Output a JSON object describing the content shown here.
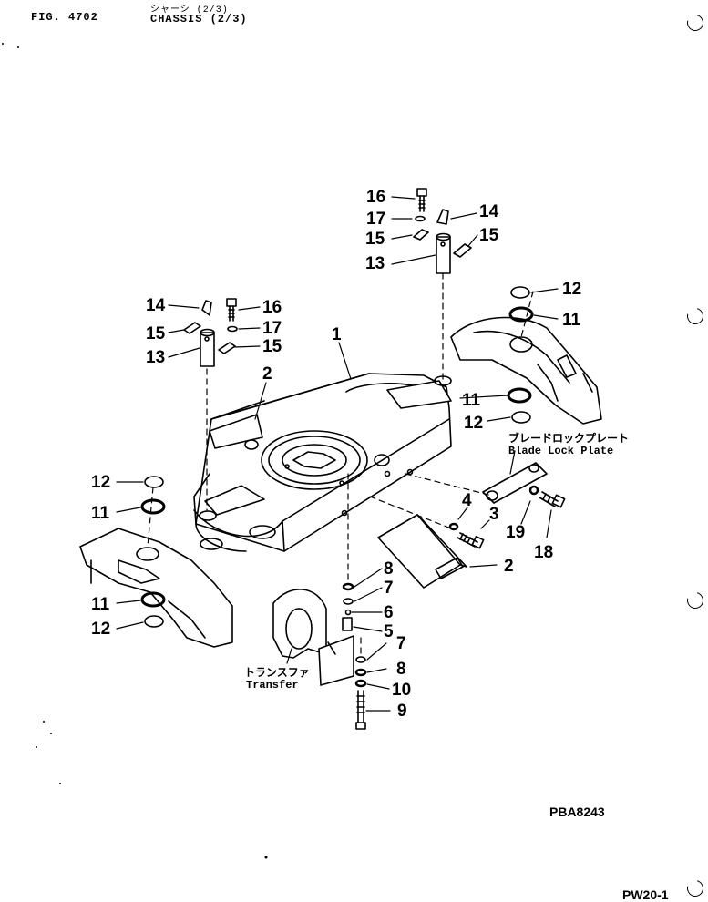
{
  "header": {
    "fig": "FIG. 4702",
    "title_jp": "シャーシ (2/3)",
    "title_en": "CHASSIS (2/3)"
  },
  "callouts": {
    "n1": "1",
    "n2": "2",
    "n3": "3",
    "n4": "4",
    "n5": "5",
    "n6": "6",
    "n7": "7",
    "n8": "8",
    "n9": "9",
    "n10": "10",
    "n11": "11",
    "n12": "12",
    "n13": "13",
    "n14": "14",
    "n15": "15",
    "n16": "16",
    "n17": "17",
    "n18": "18",
    "n19": "19"
  },
  "notes": {
    "blade_lock_jp": "ブレードロックプレート",
    "blade_lock_en": "Blade Lock Plate",
    "transfer_jp": "トランスファ",
    "transfer_en": "Transfer"
  },
  "footer": {
    "drawing_code": "PBA8243",
    "page_code": "PW20-1"
  }
}
